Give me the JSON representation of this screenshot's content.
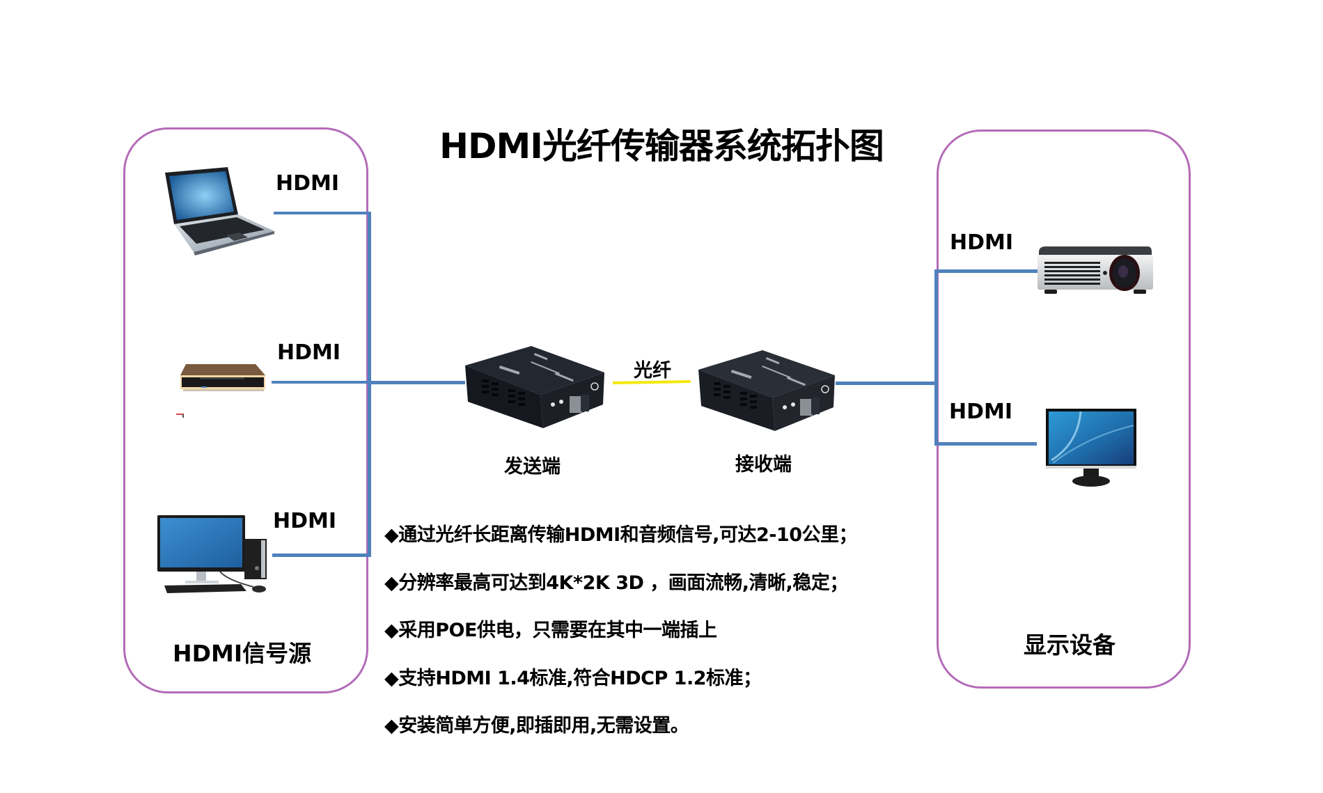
{
  "title": "HDMI光纤传输器系统拓扑图",
  "colors": {
    "box_border": "#b36bb8",
    "hdmi_line": "#4f81bd",
    "fiber_line": "#f5e70a",
    "text": "#000000"
  },
  "source_group": {
    "label": "HDMI信号源",
    "devices": [
      {
        "icon": "laptop-icon",
        "link_label": "HDMI"
      },
      {
        "icon": "set-top-box-icon",
        "link_label": "HDMI"
      },
      {
        "icon": "desktop-computer-icon",
        "link_label": "HDMI"
      }
    ]
  },
  "transmitter": {
    "icon": "fiber-transmitter-icon",
    "label": "发送端"
  },
  "fiber": {
    "label": "光纤"
  },
  "receiver": {
    "icon": "fiber-receiver-icon",
    "label": "接收端"
  },
  "display_group": {
    "label": "显示设备",
    "devices": [
      {
        "icon": "projector-icon",
        "link_label": "HDMI"
      },
      {
        "icon": "monitor-icon",
        "link_label": "HDMI"
      }
    ]
  },
  "features": [
    "◆通过光纤长距离传输HDMI和音频信号,可达2-10公里；",
    "◆分辨率最高可达到4K*2K 3D ，画面流畅,清晰,稳定；",
    "◆采用POE供电，只需要在其中一端插上",
    "◆支持HDMI 1.4标准,符合HDCP 1.2标准；",
    "◆安装简单方便,即插即用,无需设置。"
  ]
}
